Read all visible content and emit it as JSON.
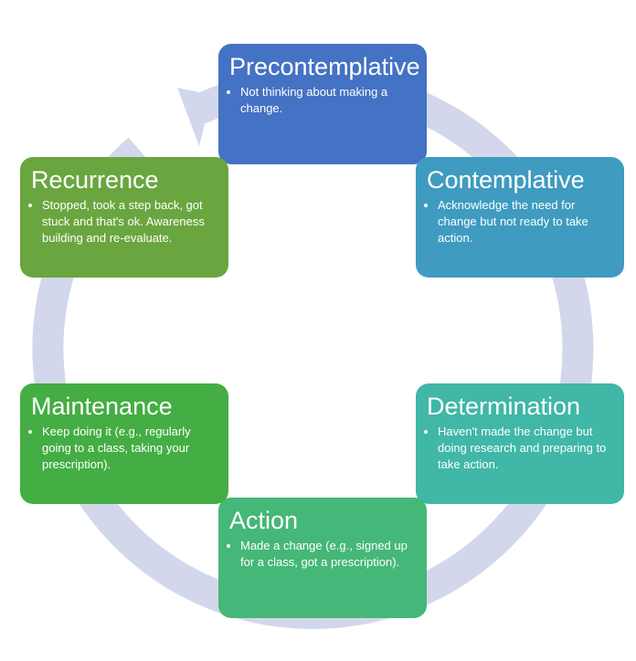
{
  "colors": {
    "ring": "#d3d7ec",
    "precontemplative": "#4472c4",
    "contemplative": "#3f9bbf",
    "determination": "#40b7a7",
    "action": "#45b778",
    "maintenance": "#44ad43",
    "recurrence": "#6aa63f"
  },
  "stages": {
    "precontemplative": {
      "title": "Precontemplative",
      "bullet": "Not thinking about making a change."
    },
    "contemplative": {
      "title": "Contemplative",
      "bullet": "Acknowledge the need for change but not ready to take action."
    },
    "determination": {
      "title": "Determination",
      "bullet": "Haven't made the change but doing research and preparing to take action."
    },
    "action": {
      "title": "Action",
      "bullet": "Made a change (e.g., signed up for a class, got a prescription)."
    },
    "maintenance": {
      "title": "Maintenance",
      "bullet": "Keep doing it (e.g., regularly going to a class, taking your prescription)."
    },
    "recurrence": {
      "title": "Recurrence",
      "bullet": "Stopped,  took a step back, got stuck and that's ok. Awareness building and re-evaluate."
    }
  }
}
